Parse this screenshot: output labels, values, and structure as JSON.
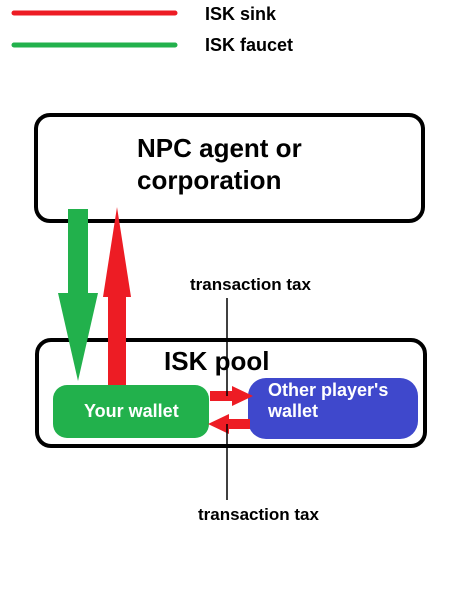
{
  "legend": {
    "sink": {
      "label": "ISK sink",
      "color": "#ed1c24"
    },
    "faucet": {
      "label": "ISK faucet",
      "color": "#22b14c"
    }
  },
  "npc_box": {
    "line1": "NPC agent or",
    "line2": "corporation"
  },
  "pool": {
    "title": "ISK pool"
  },
  "your_wallet": {
    "label": "Your wallet",
    "color": "#22b14c"
  },
  "other_wallet": {
    "line1": "Other player's",
    "line2": "wallet",
    "color": "#3f48cc"
  },
  "tax_labels": {
    "top": "transaction tax",
    "bottom": "transaction tax"
  },
  "colors": {
    "outline": "#000000",
    "text_light": "#ffffff",
    "text_dark": "#000000"
  }
}
